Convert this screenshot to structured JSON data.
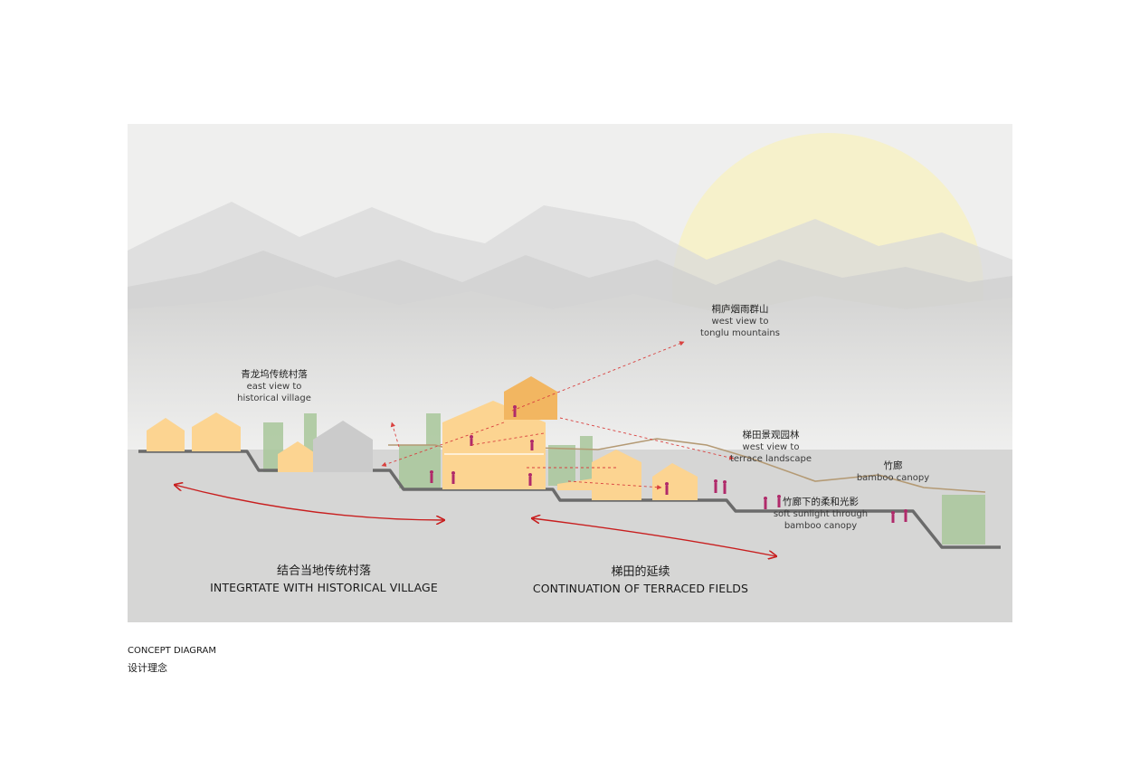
{
  "labels": {
    "mountains_view": {
      "zh": "桐庐烟雨群山",
      "en1": "west view to",
      "en2": "tonglu  mountains"
    },
    "village_view": {
      "zh": "青龙坞传统村落",
      "en1": "east view to",
      "en2": "historical village"
    },
    "terrace_view": {
      "zh": "梯田景观园林",
      "en1": "west view to",
      "en2": "terrace landscape"
    },
    "bamboo_canopy": {
      "zh": "竹廊",
      "en1": "bamboo canopy"
    },
    "soft_sunlight": {
      "zh": "竹廊下的柔和光影",
      "en1": "soft sunlight through",
      "en2": "bamboo canopy"
    }
  },
  "concepts": {
    "village": {
      "zh": "结合当地传统村落",
      "en": "INTEGRTATE WITH HISTORICAL VILLAGE"
    },
    "terraces": {
      "zh": "梯田的延续",
      "en": "CONTINUATION OF TERRACED FIELDS"
    }
  },
  "caption": {
    "en": "CONCEPT DIAGRAM",
    "zh": "设计理念"
  },
  "colors": {
    "background_panel": "#efefee",
    "sun": "#f7f1c2",
    "house_yellow": "#fcd491",
    "house_orange": "#f2b661",
    "house_grey": "#cbcbcb",
    "ground": "#6b6b6b",
    "arrow_red": "#c81e1e",
    "people": "#b02a6a",
    "bamboo": "#9bb98c"
  }
}
